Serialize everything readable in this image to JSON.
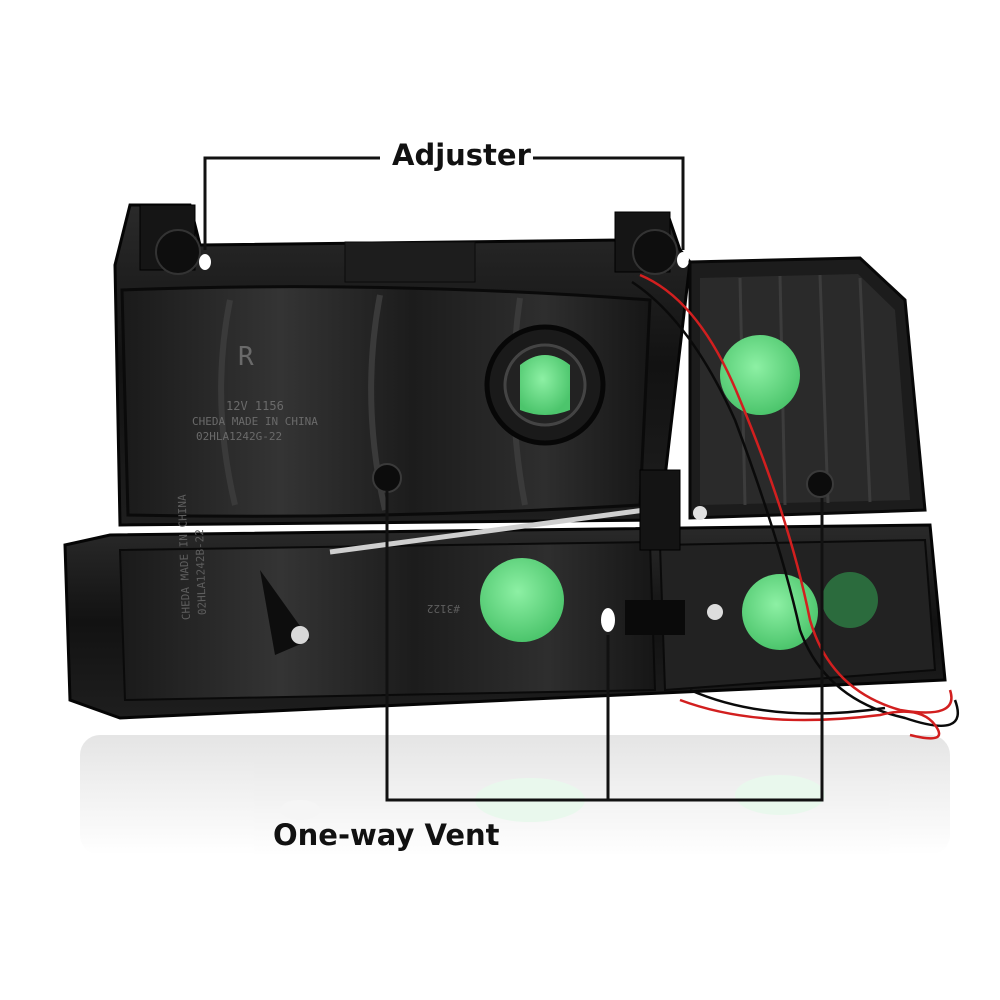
{
  "callouts": {
    "adjuster": "Adjuster",
    "vent": "One-way Vent"
  },
  "lens_text": {
    "main_letter": "R",
    "main_line1": "12V  1156",
    "main_line2": "CHEDA  MADE IN CHINA",
    "main_line3": "02HLA1242G-22",
    "lower_line1": "CHEDA  MADE IN CHINA",
    "lower_line2": "02HLA1242B-22",
    "lower_part": "#3122"
  },
  "colors": {
    "housing": "#141414",
    "plug_green": "#6fdc8a",
    "wire_red": "#d21f1f",
    "wire_black": "#0a0a0a",
    "callout_line": "#111111"
  }
}
